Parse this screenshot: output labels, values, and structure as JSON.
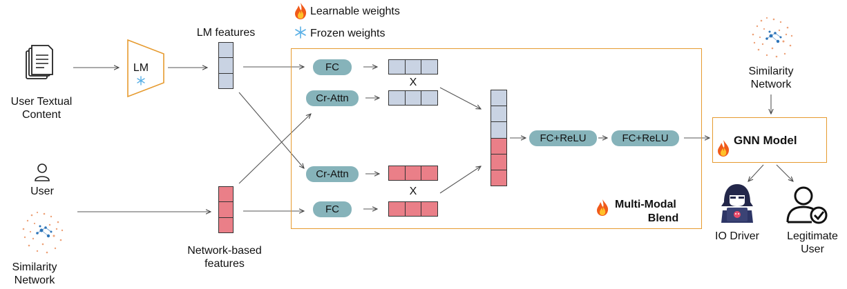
{
  "legend": {
    "learnable": "Learnable weights",
    "frozen": "Frozen weights"
  },
  "inputs": {
    "text_l1": "User Textual",
    "text_l2": "Content",
    "user": "User",
    "sim_l1": "Similarity",
    "sim_l2": "Network"
  },
  "lm": {
    "label": "LM"
  },
  "features": {
    "lm": "LM features",
    "net_l1": "Network-based",
    "net_l2": "features"
  },
  "blend": {
    "fc": "FC",
    "cross_attn": "Cr-Attn",
    "mult": "X",
    "fc_relu": "FC+ReLU",
    "label_l1": "Multi-Modal",
    "label_l2": "Blend"
  },
  "gnn": {
    "model": "GNN Model",
    "sim_l1": "Similarity",
    "sim_l2": "Network",
    "io_driver": "IO Driver",
    "legit_l1": "Legitimate",
    "legit_l2": "User"
  },
  "colors": {
    "frame": "#e69a2e",
    "pill": "#86b3ba",
    "blue": "#c9d3e3",
    "pink": "#ea7f88"
  }
}
